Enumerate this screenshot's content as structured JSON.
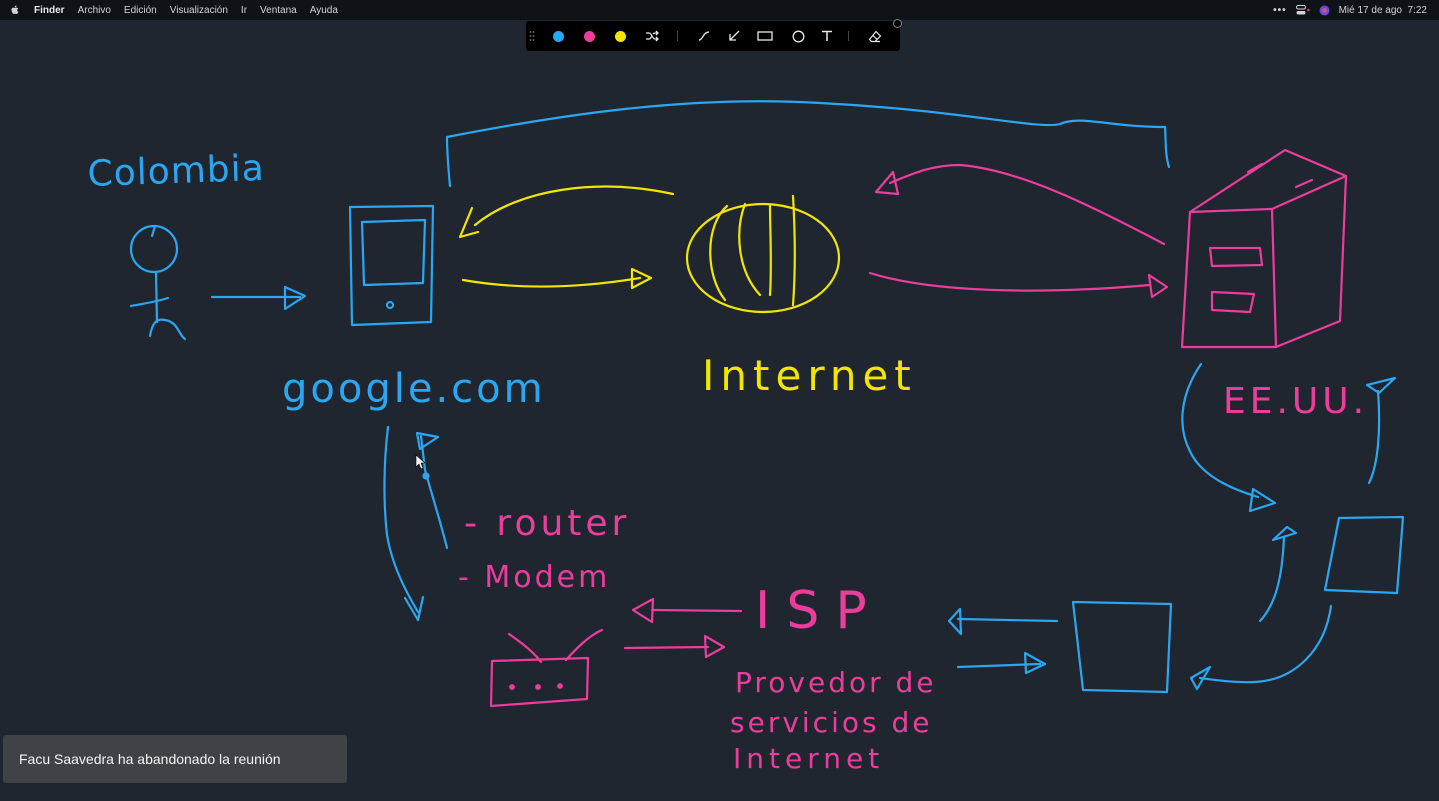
{
  "menubar": {
    "items": [
      "Finder",
      "Archivo",
      "Edición",
      "Visualización",
      "Ir",
      "Ventana",
      "Ayuda"
    ],
    "more": "•••",
    "clock": "Mié 17 de ago  7:22"
  },
  "toolbar": {
    "colors": [
      "#2aa7f0",
      "#ec3d9c",
      "#f2e600"
    ],
    "tools": [
      "shuffle-icon",
      "line-icon",
      "arrow-icon",
      "rectangle-icon",
      "circle-icon",
      "text-icon",
      "eraser-icon"
    ]
  },
  "whiteboard": {
    "labels": {
      "colombia": "Colombia",
      "google": "google.com",
      "internet": "Internet",
      "eeuu": "EE.UU.",
      "router": "- router",
      "modem": "- Modem",
      "isp": "ISP",
      "isp_desc_1": "Provedor de",
      "isp_desc_2": "servicios de",
      "isp_desc_3": "Internet"
    }
  },
  "toast": {
    "message": "Facu Saavedra ha abandonado la reunión"
  },
  "colors": {
    "blue": "#2aa7f0",
    "pink": "#ec3d9c",
    "yellow": "#f2e600",
    "background": "#1f2630"
  }
}
